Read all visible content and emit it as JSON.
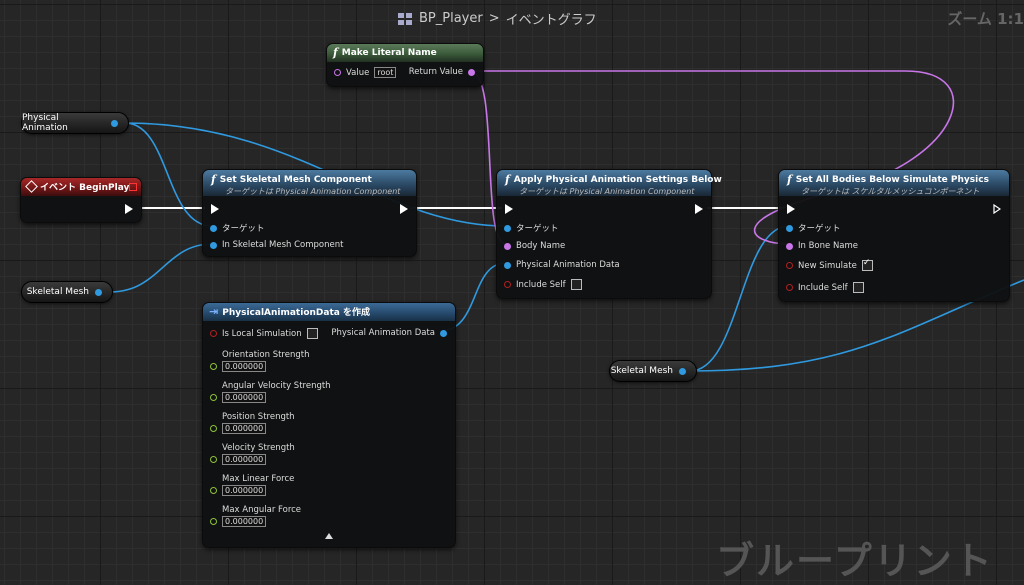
{
  "title": {
    "blueprint": "BP_Player",
    "separator": ">",
    "graph": "イベントグラフ",
    "zoom": "ズーム 1:1"
  },
  "watermark": "ブループリント",
  "vars": {
    "physical_animation": "Physical Animation",
    "skeletal_mesh_1": "Skeletal Mesh",
    "skeletal_mesh_2": "Skeletal Mesh"
  },
  "event_begin_play": {
    "title": "イベント BeginPlay"
  },
  "make_literal_name": {
    "title": "Make Literal Name",
    "value_label": "Value",
    "value": "root",
    "return_label": "Return Value"
  },
  "set_skeletal_mesh": {
    "title": "Set Skeletal Mesh Component",
    "subtitle": "ターゲットは Physical Animation Component",
    "target": "ターゲット",
    "in_component": "In Skeletal Mesh Component"
  },
  "apply_physical": {
    "title": "Apply Physical Animation Settings Below",
    "subtitle": "ターゲットは Physical Animation Component",
    "target": "ターゲット",
    "body_name": "Body Name",
    "data": "Physical Animation Data",
    "include_self": "Include Self"
  },
  "set_all_bodies": {
    "title": "Set All Bodies Below Simulate Physics",
    "subtitle": "ターゲットは スケルタルメッシュコンポーネント",
    "target": "ターゲット",
    "bone_name": "In Bone Name",
    "new_simulate": "New Simulate",
    "include_self": "Include Self",
    "new_simulate_checked": true,
    "include_self_checked": false
  },
  "make_struct": {
    "title": "PhysicalAnimationData を作成",
    "is_local": "Is Local Simulation",
    "output": "Physical Animation Data",
    "fields": [
      {
        "label": "Orientation Strength",
        "value": "0.000000"
      },
      {
        "label": "Angular Velocity Strength",
        "value": "0.000000"
      },
      {
        "label": "Position Strength",
        "value": "0.000000"
      },
      {
        "label": "Velocity Strength",
        "value": "0.000000"
      },
      {
        "label": "Max Linear Force",
        "value": "0.000000"
      },
      {
        "label": "Max Angular Force",
        "value": "0.000000"
      }
    ]
  },
  "colors": {
    "exec": "#ffffff",
    "object": "#2f9ae0",
    "name": "#c876e8",
    "bool": "#b02020",
    "float": "#8ec23a"
  }
}
